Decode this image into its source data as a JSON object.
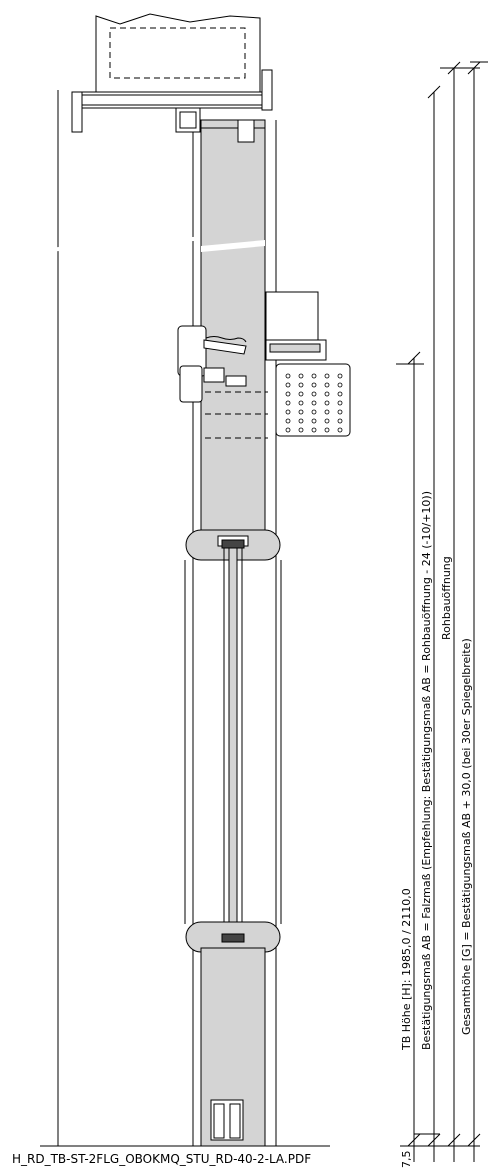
{
  "dimensions": {
    "tb_hoehe": "TB Höhe [H]: 1985,0 / 2110,0",
    "bestaetigungsmass": "Bestätigungsmaß AB = Falzmaß (Empfehlung: Bestätigungsmaß AB = Rohbauöffnung - 24 (-10/+10))",
    "rohbauoeffnung": "Rohbauöffnung",
    "gesamthoehe": "Gesamthöhe [G] = Bestätigungsmaß AB + 30,0 (bei 30er Spiegelbreite)",
    "bottom_offset": "7,5"
  },
  "footer": {
    "filename": "H_RD_TB-ST-2FLG_OBOKMQ_STU_RD-40-2-LA.PDF"
  },
  "colors": {
    "door_fill": "#d4d4d4",
    "line": "#000000",
    "background": "#ffffff"
  }
}
